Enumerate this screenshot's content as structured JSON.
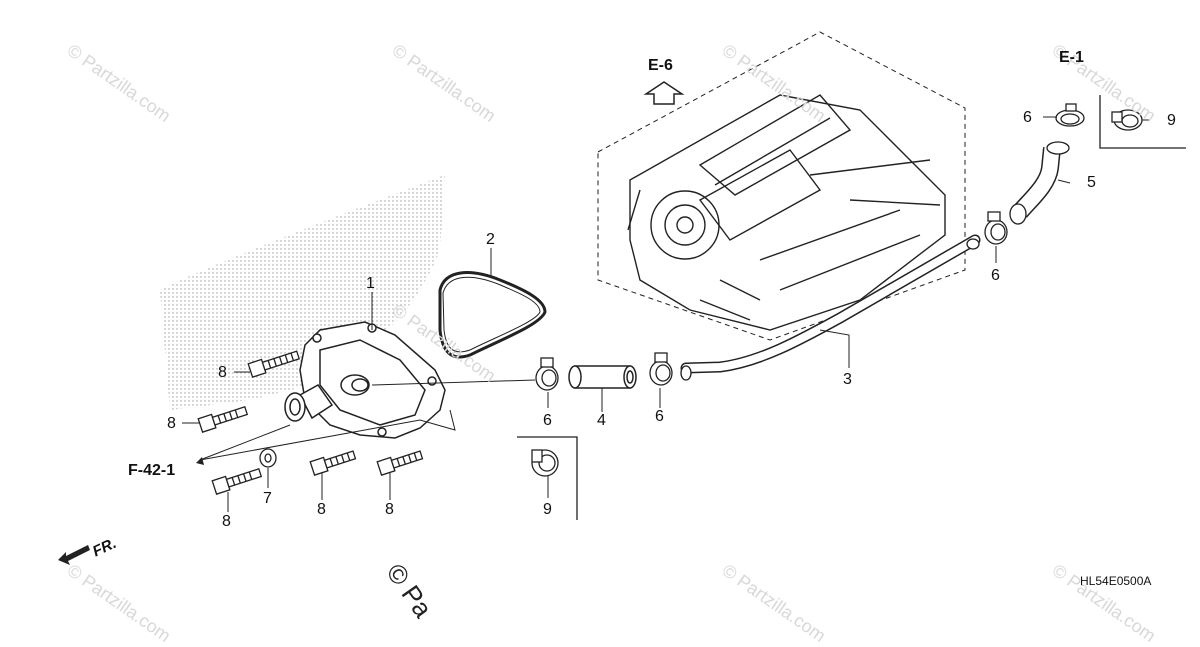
{
  "watermarks": [
    "© Partzilla.com",
    "© Partzilla.com",
    "© Partzilla.com",
    "© Partzilla.com",
    "© Partzilla.com",
    "© Partzilla.com",
    "© Partzilla.com",
    "© Partzilla.com"
  ],
  "watermark_large": "© Pa",
  "refs": {
    "e6": "E-6",
    "e1": "E-1",
    "f421": "F-42-1",
    "fr": "FR."
  },
  "callouts": {
    "c1": "1",
    "c2": "2",
    "c3": "3",
    "c4": "4",
    "c5": "5",
    "c6a": "6",
    "c6b": "6",
    "c6c": "6",
    "c6d": "6",
    "c7": "7",
    "c8a": "8",
    "c8b": "8",
    "c8c": "8",
    "c8d": "8",
    "c8e": "8",
    "c9a": "9",
    "c9b": "9"
  },
  "diagram_code": "HL54E0500A"
}
